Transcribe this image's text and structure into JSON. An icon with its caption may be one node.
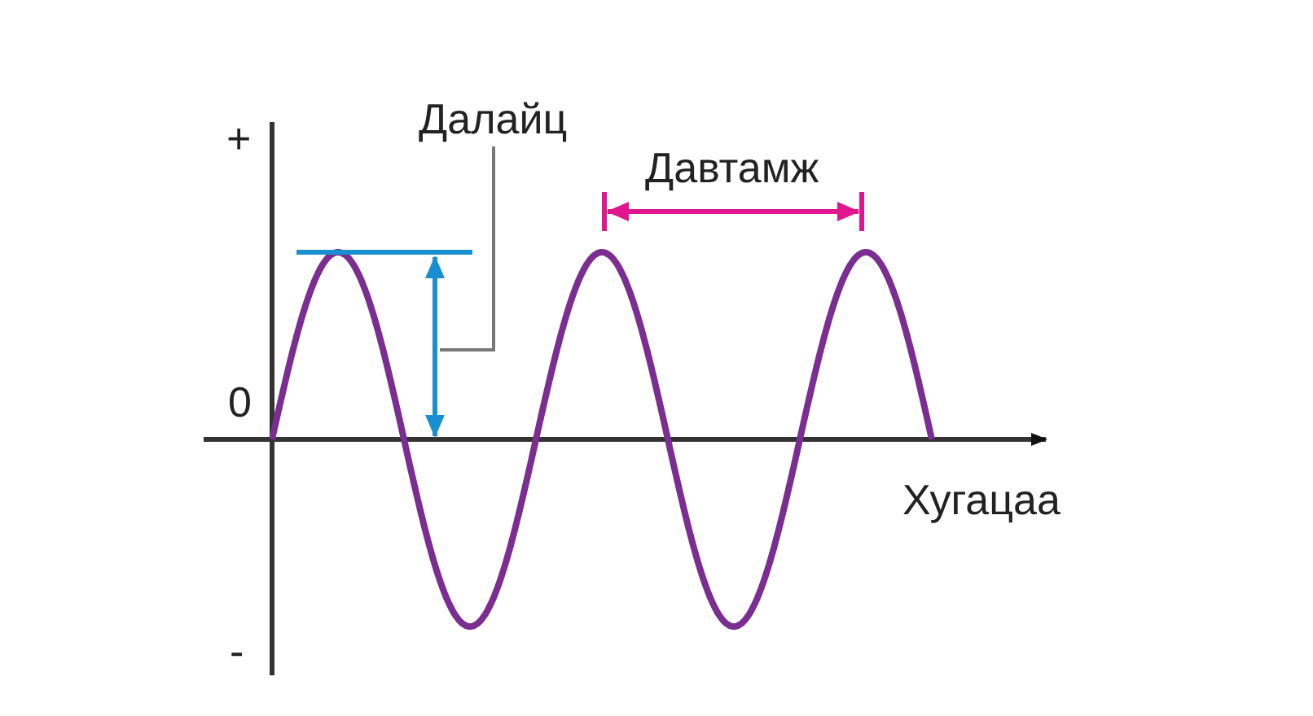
{
  "diagram": {
    "nodes": [
      {
        "text": [
          "Далайц"
        ]
      },
      {
        "text": [],
        "shape": "arrow"
      }
    ],
    "edges": [
      {
        "from": 0,
        "to": 1,
        "arrow": "none"
      }
    ],
    "labels": [
      "+",
      "0",
      "-",
      "Давтамж",
      "Хугацаа"
    ]
  }
}
